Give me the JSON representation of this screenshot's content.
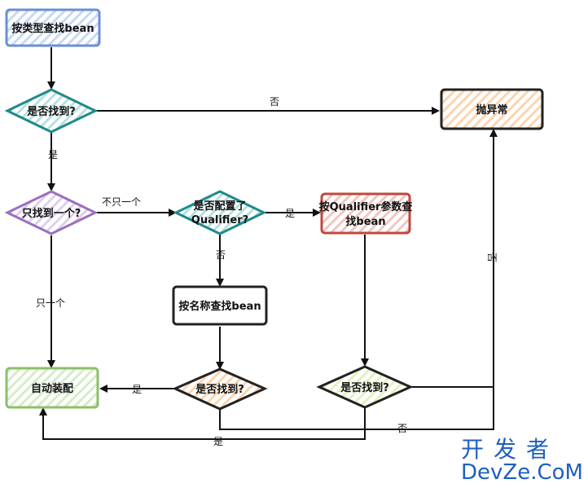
{
  "nodes": {
    "find_by_type": "按类型查找bean",
    "found_q1": "是否找到?",
    "throw_exception": "抛异常",
    "only_one_q": "只找到一个?",
    "qualifier_q_line1": "是否配置了",
    "qualifier_q_line2": "Qualifier?",
    "find_by_qualifier_line1": "按Qualifier参数查",
    "find_by_qualifier_line2": "找bean",
    "find_by_name": "按名称查找bean",
    "found_q2": "是否找到?",
    "found_q3": "是否找到?",
    "autowire": "自动装配"
  },
  "edges": {
    "no_top": "否",
    "yes_found": "是",
    "not_only_one": "不只一个",
    "only_one": "只一个",
    "yes_qualifier": "是",
    "no_qualifier": "否",
    "no_right": "否",
    "yes_name": "是",
    "no_bottom": "否",
    "yes_bottom": "是"
  },
  "watermark": {
    "cn": "开发者",
    "en": "DevZe.CoM"
  },
  "colors": {
    "blue": "#6b8fd6",
    "teal": "#1f8a8a",
    "purple": "#9b6fc0",
    "orange": "#f0a060",
    "red": "#c0483c",
    "green": "#8bc06a",
    "lime": "#a8d060",
    "gray": "#333333"
  }
}
